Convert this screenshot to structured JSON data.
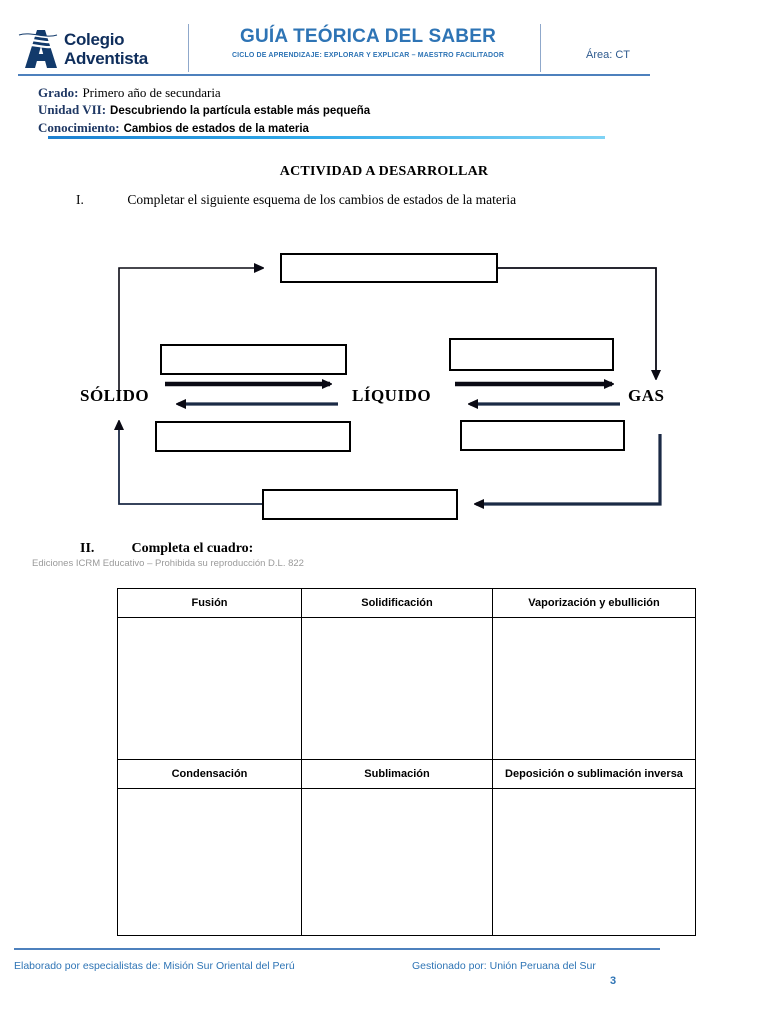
{
  "header": {
    "logo_line1": "Colegio",
    "logo_line2": "Adventista",
    "logo_icon": "adventist-a-logo",
    "title": "GUÍA TEÓRICA DEL SABER",
    "subtitle": "CICLO DE APRENDIZAJE: EXPLORAR Y EXPLICAR – MAESTRO FACILITADOR",
    "area": "Área: CT",
    "accent_color": "#2E74B5",
    "logo_color": "#0F2E5C"
  },
  "meta": {
    "grado_label": "Grado:",
    "grado_value": "Primero año de secundaria",
    "unidad_label": "Unidad VII:",
    "unidad_value": "Descubriendo la partícula estable más pequeña",
    "conocimiento_label": "Conocimiento:",
    "conocimiento_value": "Cambios de estados de la materia",
    "label_color": "#1F3864"
  },
  "activity": {
    "title": "ACTIVIDAD A DESARROLLAR",
    "item1_number": "I.",
    "item1_text": "Completar el siguiente esquema de los cambios de estados de la materia",
    "item2_number": "II.",
    "item2_text": "Completa el cuadro:"
  },
  "diagram": {
    "states": [
      {
        "name": "solido",
        "label": "SÓLIDO"
      },
      {
        "name": "liquido",
        "label": "LÍQUIDO"
      },
      {
        "name": "gas",
        "label": "GAS"
      }
    ],
    "blank_boxes": [
      {
        "name": "box-top-sublimacion",
        "label": ""
      },
      {
        "name": "box-solido-liquido-upper",
        "label": ""
      },
      {
        "name": "box-solido-liquido-lower",
        "label": ""
      },
      {
        "name": "box-liquido-gas-upper",
        "label": ""
      },
      {
        "name": "box-liquido-gas-lower",
        "label": ""
      },
      {
        "name": "box-bottom-deposicion",
        "label": ""
      }
    ],
    "arrow_color": "#0A0A14"
  },
  "copyright": "Ediciones ICRM Educativo – Prohibida su reproducción D.L. 822",
  "table": {
    "rows": [
      {
        "headers": [
          "Fusión",
          "Solidificación",
          "Vaporización y ebullición"
        ],
        "cells": [
          "",
          "",
          ""
        ]
      },
      {
        "headers": [
          "Condensación",
          "Sublimación",
          "Deposición o sublimación inversa"
        ],
        "cells": [
          "",
          "",
          ""
        ]
      }
    ]
  },
  "footer": {
    "left": "Elaborado por especialistas de: Misión Sur Oriental del Perú",
    "right": "Gestionado por: Unión Peruana del Sur",
    "page": "3",
    "color": "#2E74B5"
  }
}
